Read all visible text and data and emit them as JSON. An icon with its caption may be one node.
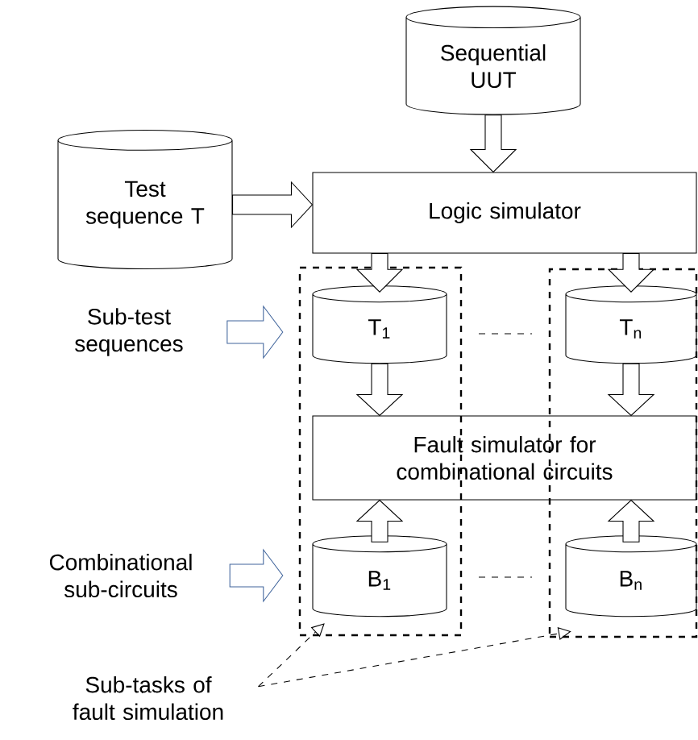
{
  "diagram": {
    "nodes": [
      {
        "text": [
          "Sequential UUT"
        ]
      },
      {
        "text": [
          "Test sequence T"
        ]
      },
      {
        "text": [
          "Logic simulator"
        ]
      },
      {
        "text": [],
        "shape": "box"
      },
      {
        "text": [],
        "shape": "box"
      },
      {
        "text": [
          "T$_{1}$"
        ],
        "in": 3
      },
      {
        "text": [
          "T$_{n}$"
        ],
        "in": 4
      },
      {
        "text": [
          "Fault simulator for combinational circuits"
        ]
      },
      {
        "text": [
          "B$_{1}$"
        ],
        "in": 3
      },
      {
        "text": [
          "B$_{n}$"
        ],
        "in": 4
      },
      {
        "text": [
          "Sub-test sequences"
        ]
      },
      {
        "text": [
          "Combinational sub-circuits"
        ]
      },
      {
        "text": [
          "Sub-tasks of fault simulation"
        ]
      }
    ],
    "edges": [
      {
        "from": 0,
        "to": 2,
        "arrow": "to"
      },
      {
        "from": 1,
        "to": 2,
        "arrow": "to"
      },
      {
        "from": 2,
        "to": 5,
        "arrow": "to"
      },
      {
        "from": 2,
        "to": 6,
        "arrow": "to"
      },
      {
        "from": 5,
        "to": 7,
        "arrow": "to"
      },
      {
        "from": 6,
        "to": 7,
        "arrow": "to"
      },
      {
        "from": 8,
        "to": 7,
        "arrow": "to"
      },
      {
        "from": 9,
        "to": 7,
        "arrow": "to"
      },
      {
        "from": 10,
        "to": 3,
        "arrow": "to",
        "color": "#41659c"
      },
      {
        "from": 11,
        "to": 3,
        "arrow": "to",
        "color": "#41659c"
      },
      {
        "from": 12,
        "to": 3,
        "arrow": "to",
        "style": "dashed"
      },
      {
        "from": 12,
        "to": 4,
        "arrow": "to",
        "style": "dashed"
      }
    ]
  }
}
